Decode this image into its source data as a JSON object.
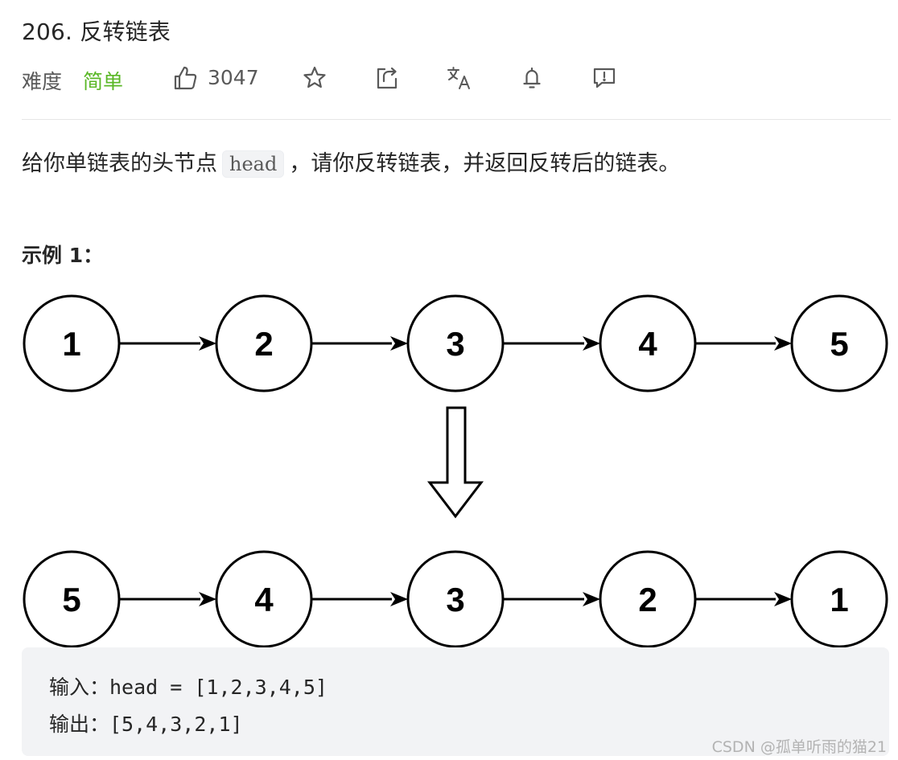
{
  "problem": {
    "title": "206. 反转链表",
    "difficulty_label": "难度",
    "difficulty_value": "简单",
    "like_count": "3047",
    "accent_color": "#5ab726"
  },
  "toolbar_icons": [
    "thumbs-up-icon",
    "star-icon",
    "share-icon",
    "translate-icon",
    "bell-icon",
    "feedback-icon"
  ],
  "description": {
    "text_before": "给你单链表的头节点",
    "code": "head",
    "text_after": "，请你反转链表，并返回反转后的链表。"
  },
  "example": {
    "heading": "示例 1：",
    "diagram": {
      "top_list": [
        "1",
        "2",
        "3",
        "4",
        "5"
      ],
      "bottom_list": [
        "5",
        "4",
        "3",
        "2",
        "1"
      ]
    },
    "input_line": "输入：head = [1,2,3,4,5]",
    "output_line": "输出：[5,4,3,2,1]"
  },
  "watermark": "CSDN @孤单听雨的猫21"
}
